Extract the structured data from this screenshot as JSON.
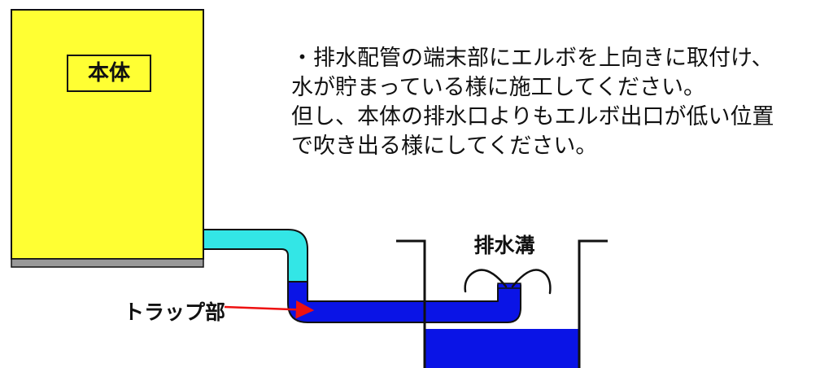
{
  "note": {
    "lines": [
      "・排水配管の端末部にエルボを上向きに取付け、",
      "水が貯まっている様に施工してください。",
      "但し、本体の排水口よりもエルボ出口が低い位置",
      "で吹き出る様にしてください。"
    ]
  },
  "labels": {
    "body": "本体",
    "trench": "排水溝",
    "trap": "トラップ部"
  },
  "colors": {
    "body_fill": "#ffff33",
    "body_base": "#999999",
    "pipe_empty": "#33e6e6",
    "water": "#0a14e6",
    "arrow": "#ee1111",
    "outline": "#111111"
  }
}
